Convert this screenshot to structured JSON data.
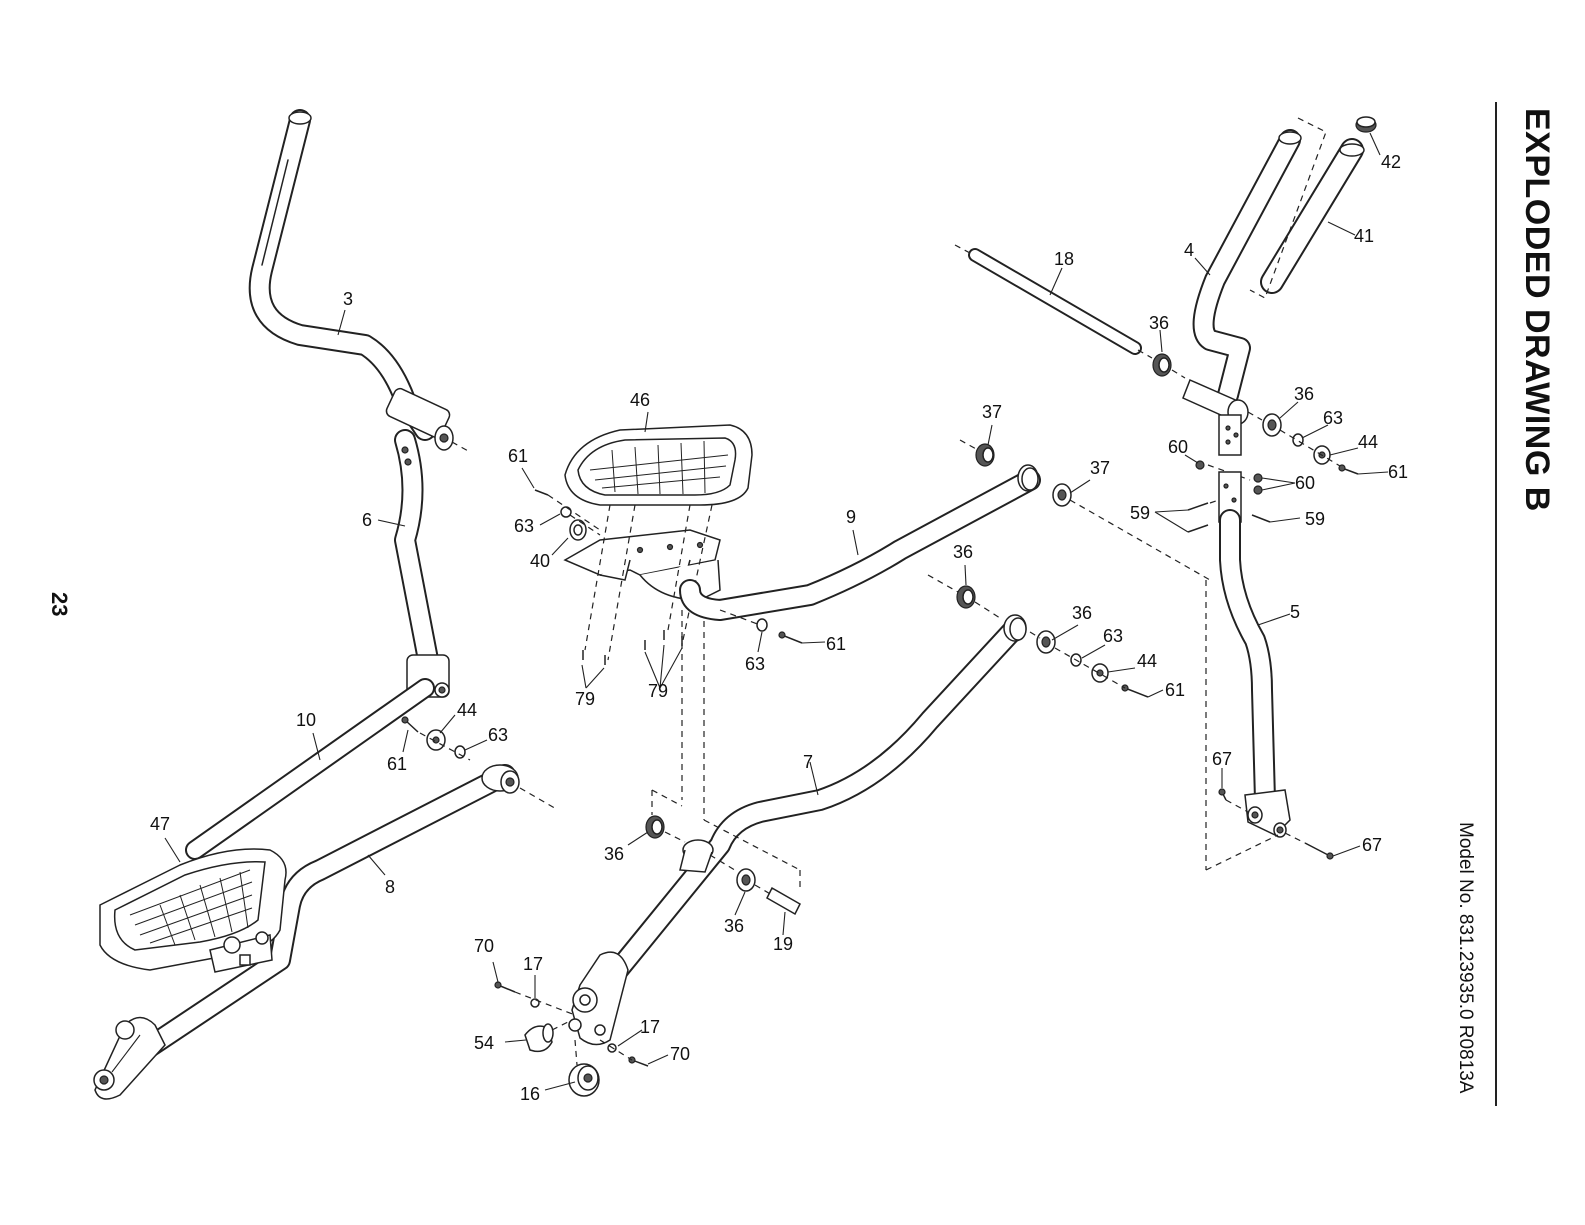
{
  "title": "EXPLODED DRAWING B",
  "model_line": "Model No. 831.23935.0 R0813A",
  "page_number": "23",
  "callouts": [
    {
      "id": "c3",
      "text": "3"
    },
    {
      "id": "c6",
      "text": "6"
    },
    {
      "id": "c10",
      "text": "10"
    },
    {
      "id": "c44a",
      "text": "44"
    },
    {
      "id": "c63a",
      "text": "63"
    },
    {
      "id": "c61a",
      "text": "61"
    },
    {
      "id": "c47",
      "text": "47"
    },
    {
      "id": "c8",
      "text": "8"
    },
    {
      "id": "c70a",
      "text": "70"
    },
    {
      "id": "c17a",
      "text": "17"
    },
    {
      "id": "c54",
      "text": "54"
    },
    {
      "id": "c16",
      "text": "16"
    },
    {
      "id": "c17b",
      "text": "17"
    },
    {
      "id": "c70b",
      "text": "70"
    },
    {
      "id": "c46",
      "text": "46"
    },
    {
      "id": "c61b",
      "text": "61"
    },
    {
      "id": "c63b",
      "text": "63"
    },
    {
      "id": "c40",
      "text": "40"
    },
    {
      "id": "c79a",
      "text": "79"
    },
    {
      "id": "c79b",
      "text": "79"
    },
    {
      "id": "c9",
      "text": "9"
    },
    {
      "id": "c37a",
      "text": "37"
    },
    {
      "id": "c37b",
      "text": "37"
    },
    {
      "id": "c36a",
      "text": "36"
    },
    {
      "id": "c36b",
      "text": "36"
    },
    {
      "id": "c63c",
      "text": "63"
    },
    {
      "id": "c61c",
      "text": "61"
    },
    {
      "id": "c7",
      "text": "7"
    },
    {
      "id": "c36c",
      "text": "36"
    },
    {
      "id": "c36d",
      "text": "36"
    },
    {
      "id": "c19",
      "text": "19"
    },
    {
      "id": "c63d",
      "text": "63"
    },
    {
      "id": "c44b",
      "text": "44"
    },
    {
      "id": "c61d",
      "text": "61"
    },
    {
      "id": "c18",
      "text": "18"
    },
    {
      "id": "c36e",
      "text": "36"
    },
    {
      "id": "c4",
      "text": "4"
    },
    {
      "id": "c41",
      "text": "41"
    },
    {
      "id": "c42",
      "text": "42"
    },
    {
      "id": "c36f",
      "text": "36"
    },
    {
      "id": "c63e",
      "text": "63"
    },
    {
      "id": "c44c",
      "text": "44"
    },
    {
      "id": "c61e",
      "text": "61"
    },
    {
      "id": "c60a",
      "text": "60"
    },
    {
      "id": "c60b",
      "text": "60"
    },
    {
      "id": "c59a",
      "text": "59"
    },
    {
      "id": "c59b",
      "text": "59"
    },
    {
      "id": "c5",
      "text": "5"
    },
    {
      "id": "c67a",
      "text": "67"
    },
    {
      "id": "c67b",
      "text": "67"
    }
  ]
}
